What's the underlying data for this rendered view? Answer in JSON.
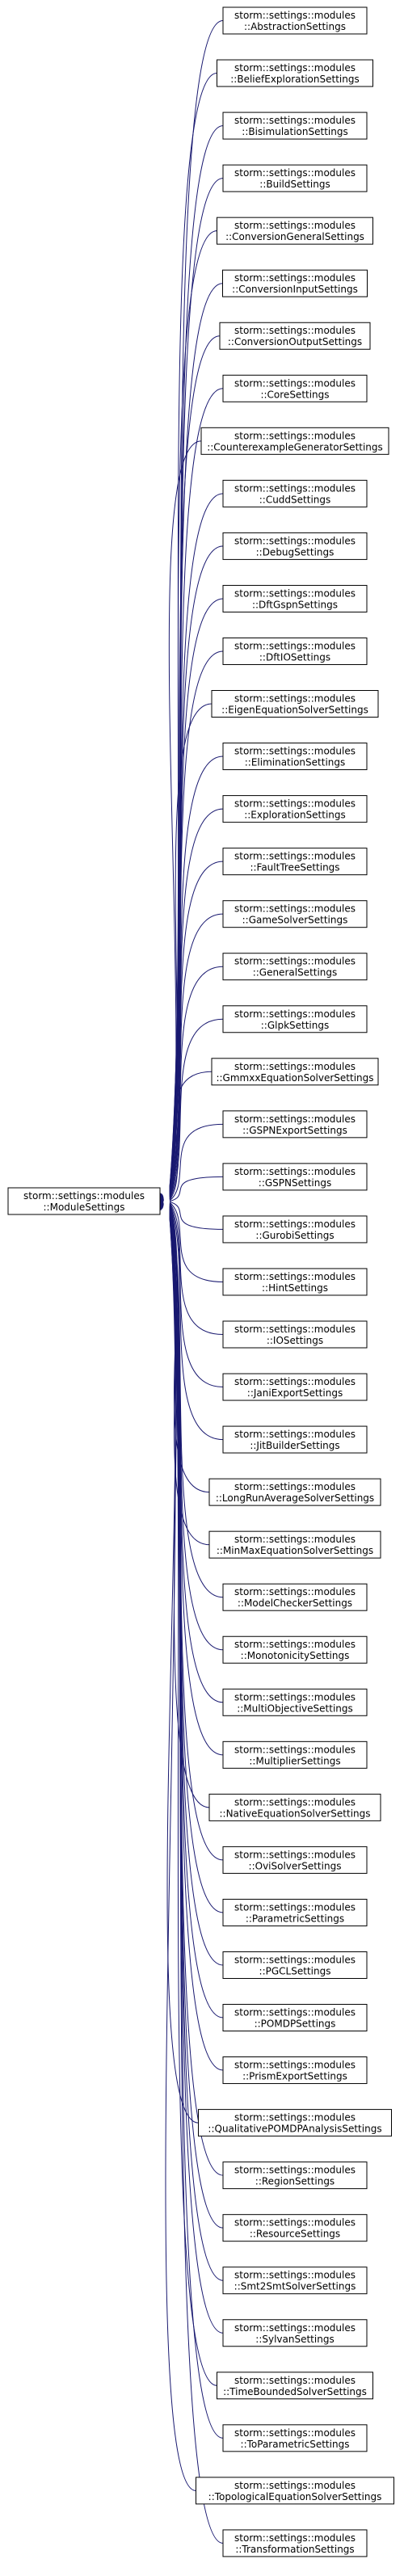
{
  "base": {
    "line1": "storm::settings::modules",
    "line2": "::ModuleSettings"
  },
  "derived": [
    {
      "line1": "storm::settings::modules",
      "line2": "::AbstractionSettings"
    },
    {
      "line1": "storm::settings::modules",
      "line2": "::BeliefExplorationSettings"
    },
    {
      "line1": "storm::settings::modules",
      "line2": "::BisimulationSettings"
    },
    {
      "line1": "storm::settings::modules",
      "line2": "::BuildSettings"
    },
    {
      "line1": "storm::settings::modules",
      "line2": "::ConversionGeneralSettings"
    },
    {
      "line1": "storm::settings::modules",
      "line2": "::ConversionInputSettings"
    },
    {
      "line1": "storm::settings::modules",
      "line2": "::ConversionOutputSettings"
    },
    {
      "line1": "storm::settings::modules",
      "line2": "::CoreSettings"
    },
    {
      "line1": "storm::settings::modules",
      "line2": "::CounterexampleGeneratorSettings"
    },
    {
      "line1": "storm::settings::modules",
      "line2": "::CuddSettings"
    },
    {
      "line1": "storm::settings::modules",
      "line2": "::DebugSettings"
    },
    {
      "line1": "storm::settings::modules",
      "line2": "::DftGspnSettings"
    },
    {
      "line1": "storm::settings::modules",
      "line2": "::DftIOSettings"
    },
    {
      "line1": "storm::settings::modules",
      "line2": "::EigenEquationSolverSettings"
    },
    {
      "line1": "storm::settings::modules",
      "line2": "::EliminationSettings"
    },
    {
      "line1": "storm::settings::modules",
      "line2": "::ExplorationSettings"
    },
    {
      "line1": "storm::settings::modules",
      "line2": "::FaultTreeSettings"
    },
    {
      "line1": "storm::settings::modules",
      "line2": "::GameSolverSettings"
    },
    {
      "line1": "storm::settings::modules",
      "line2": "::GeneralSettings"
    },
    {
      "line1": "storm::settings::modules",
      "line2": "::GlpkSettings"
    },
    {
      "line1": "storm::settings::modules",
      "line2": "::GmmxxEquationSolverSettings"
    },
    {
      "line1": "storm::settings::modules",
      "line2": "::GSPNExportSettings"
    },
    {
      "line1": "storm::settings::modules",
      "line2": "::GSPNSettings"
    },
    {
      "line1": "storm::settings::modules",
      "line2": "::GurobiSettings"
    },
    {
      "line1": "storm::settings::modules",
      "line2": "::HintSettings"
    },
    {
      "line1": "storm::settings::modules",
      "line2": "::IOSettings"
    },
    {
      "line1": "storm::settings::modules",
      "line2": "::JaniExportSettings"
    },
    {
      "line1": "storm::settings::modules",
      "line2": "::JitBuilderSettings"
    },
    {
      "line1": "storm::settings::modules",
      "line2": "::LongRunAverageSolverSettings"
    },
    {
      "line1": "storm::settings::modules",
      "line2": "::MinMaxEquationSolverSettings"
    },
    {
      "line1": "storm::settings::modules",
      "line2": "::ModelCheckerSettings"
    },
    {
      "line1": "storm::settings::modules",
      "line2": "::MonotonicitySettings"
    },
    {
      "line1": "storm::settings::modules",
      "line2": "::MultiObjectiveSettings"
    },
    {
      "line1": "storm::settings::modules",
      "line2": "::MultiplierSettings"
    },
    {
      "line1": "storm::settings::modules",
      "line2": "::NativeEquationSolverSettings"
    },
    {
      "line1": "storm::settings::modules",
      "line2": "::OviSolverSettings"
    },
    {
      "line1": "storm::settings::modules",
      "line2": "::ParametricSettings"
    },
    {
      "line1": "storm::settings::modules",
      "line2": "::PGCLSettings"
    },
    {
      "line1": "storm::settings::modules",
      "line2": "::POMDPSettings"
    },
    {
      "line1": "storm::settings::modules",
      "line2": "::PrismExportSettings"
    },
    {
      "line1": "storm::settings::modules",
      "line2": "::QualitativePOMDPAnalysisSettings"
    },
    {
      "line1": "storm::settings::modules",
      "line2": "::RegionSettings"
    },
    {
      "line1": "storm::settings::modules",
      "line2": "::ResourceSettings"
    },
    {
      "line1": "storm::settings::modules",
      "line2": "::Smt2SmtSolverSettings"
    },
    {
      "line1": "storm::settings::modules",
      "line2": "::SylvanSettings"
    },
    {
      "line1": "storm::settings::modules",
      "line2": "::TimeBoundedSolverSettings"
    },
    {
      "line1": "storm::settings::modules",
      "line2": "::ToParametricSettings"
    },
    {
      "line1": "storm::settings::modules",
      "line2": "::TopologicalEquationSolverSettings"
    },
    {
      "line1": "storm::settings::modules",
      "line2": "::TransformationSettings"
    }
  ]
}
